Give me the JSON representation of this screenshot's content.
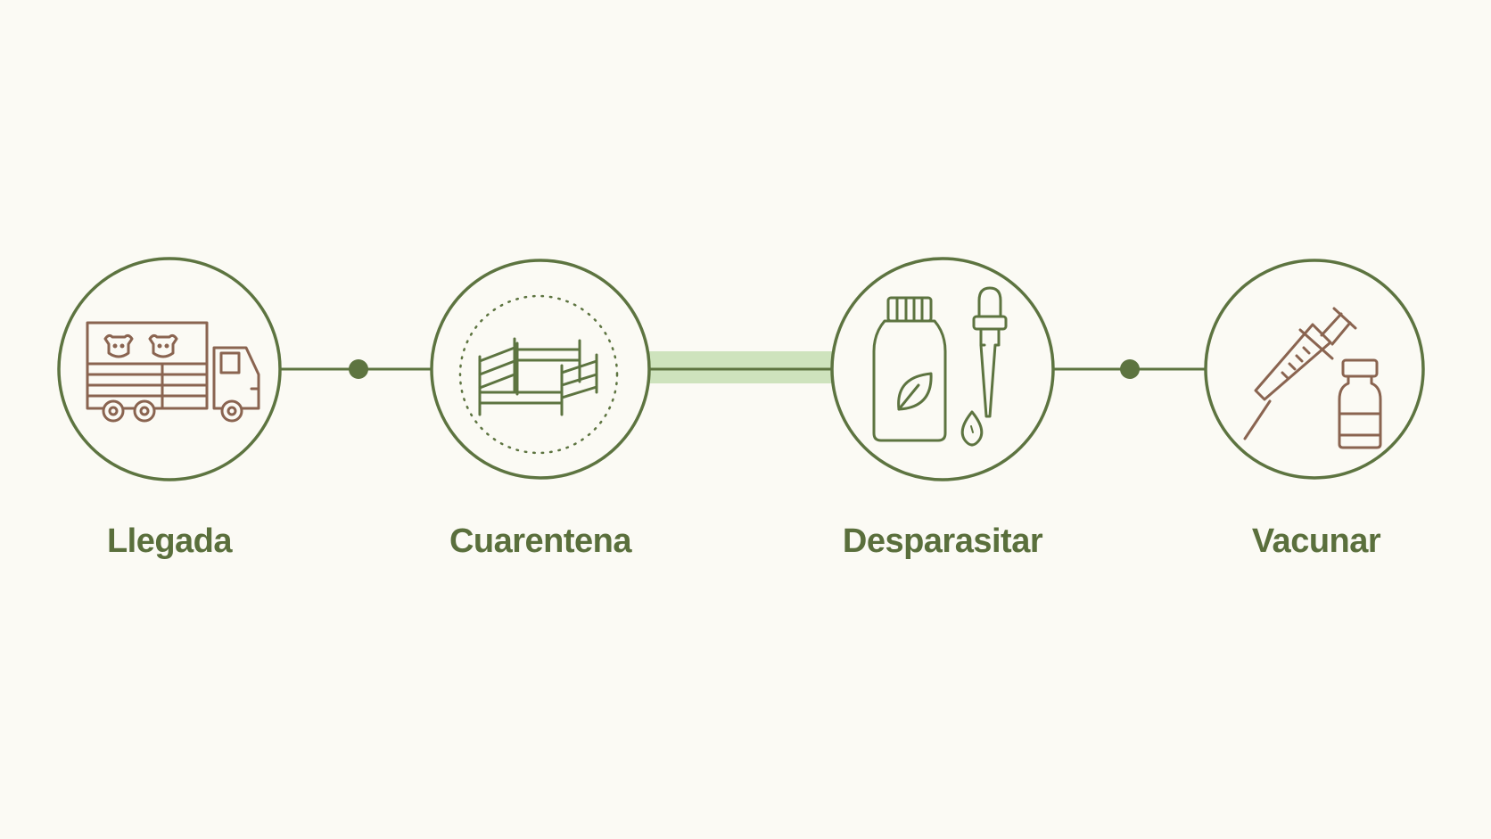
{
  "colors": {
    "background": "#fbfaf4",
    "circle_stroke": "#5d7440",
    "connector": "#5d7440",
    "highlight_connector": "#a9cf8f",
    "icon_brown": "#8a6450",
    "icon_green": "#5d7440",
    "label": "#5a6f3c"
  },
  "steps": [
    {
      "label": "Llegada",
      "icon": "livestock-truck-icon"
    },
    {
      "label": "Cuarentena",
      "icon": "quarantine-pen-icon"
    },
    {
      "label": "Desparasitar",
      "icon": "dewormer-bottle-and-dropper-icon"
    },
    {
      "label": "Vacunar",
      "icon": "syringe-and-vial-icon"
    }
  ],
  "connectors": [
    {
      "from": "Llegada",
      "to": "Cuarentena",
      "style": "line-with-dot"
    },
    {
      "from": "Cuarentena",
      "to": "Desparasitar",
      "style": "highlighted"
    },
    {
      "from": "Desparasitar",
      "to": "Vacunar",
      "style": "line-with-dot"
    }
  ]
}
